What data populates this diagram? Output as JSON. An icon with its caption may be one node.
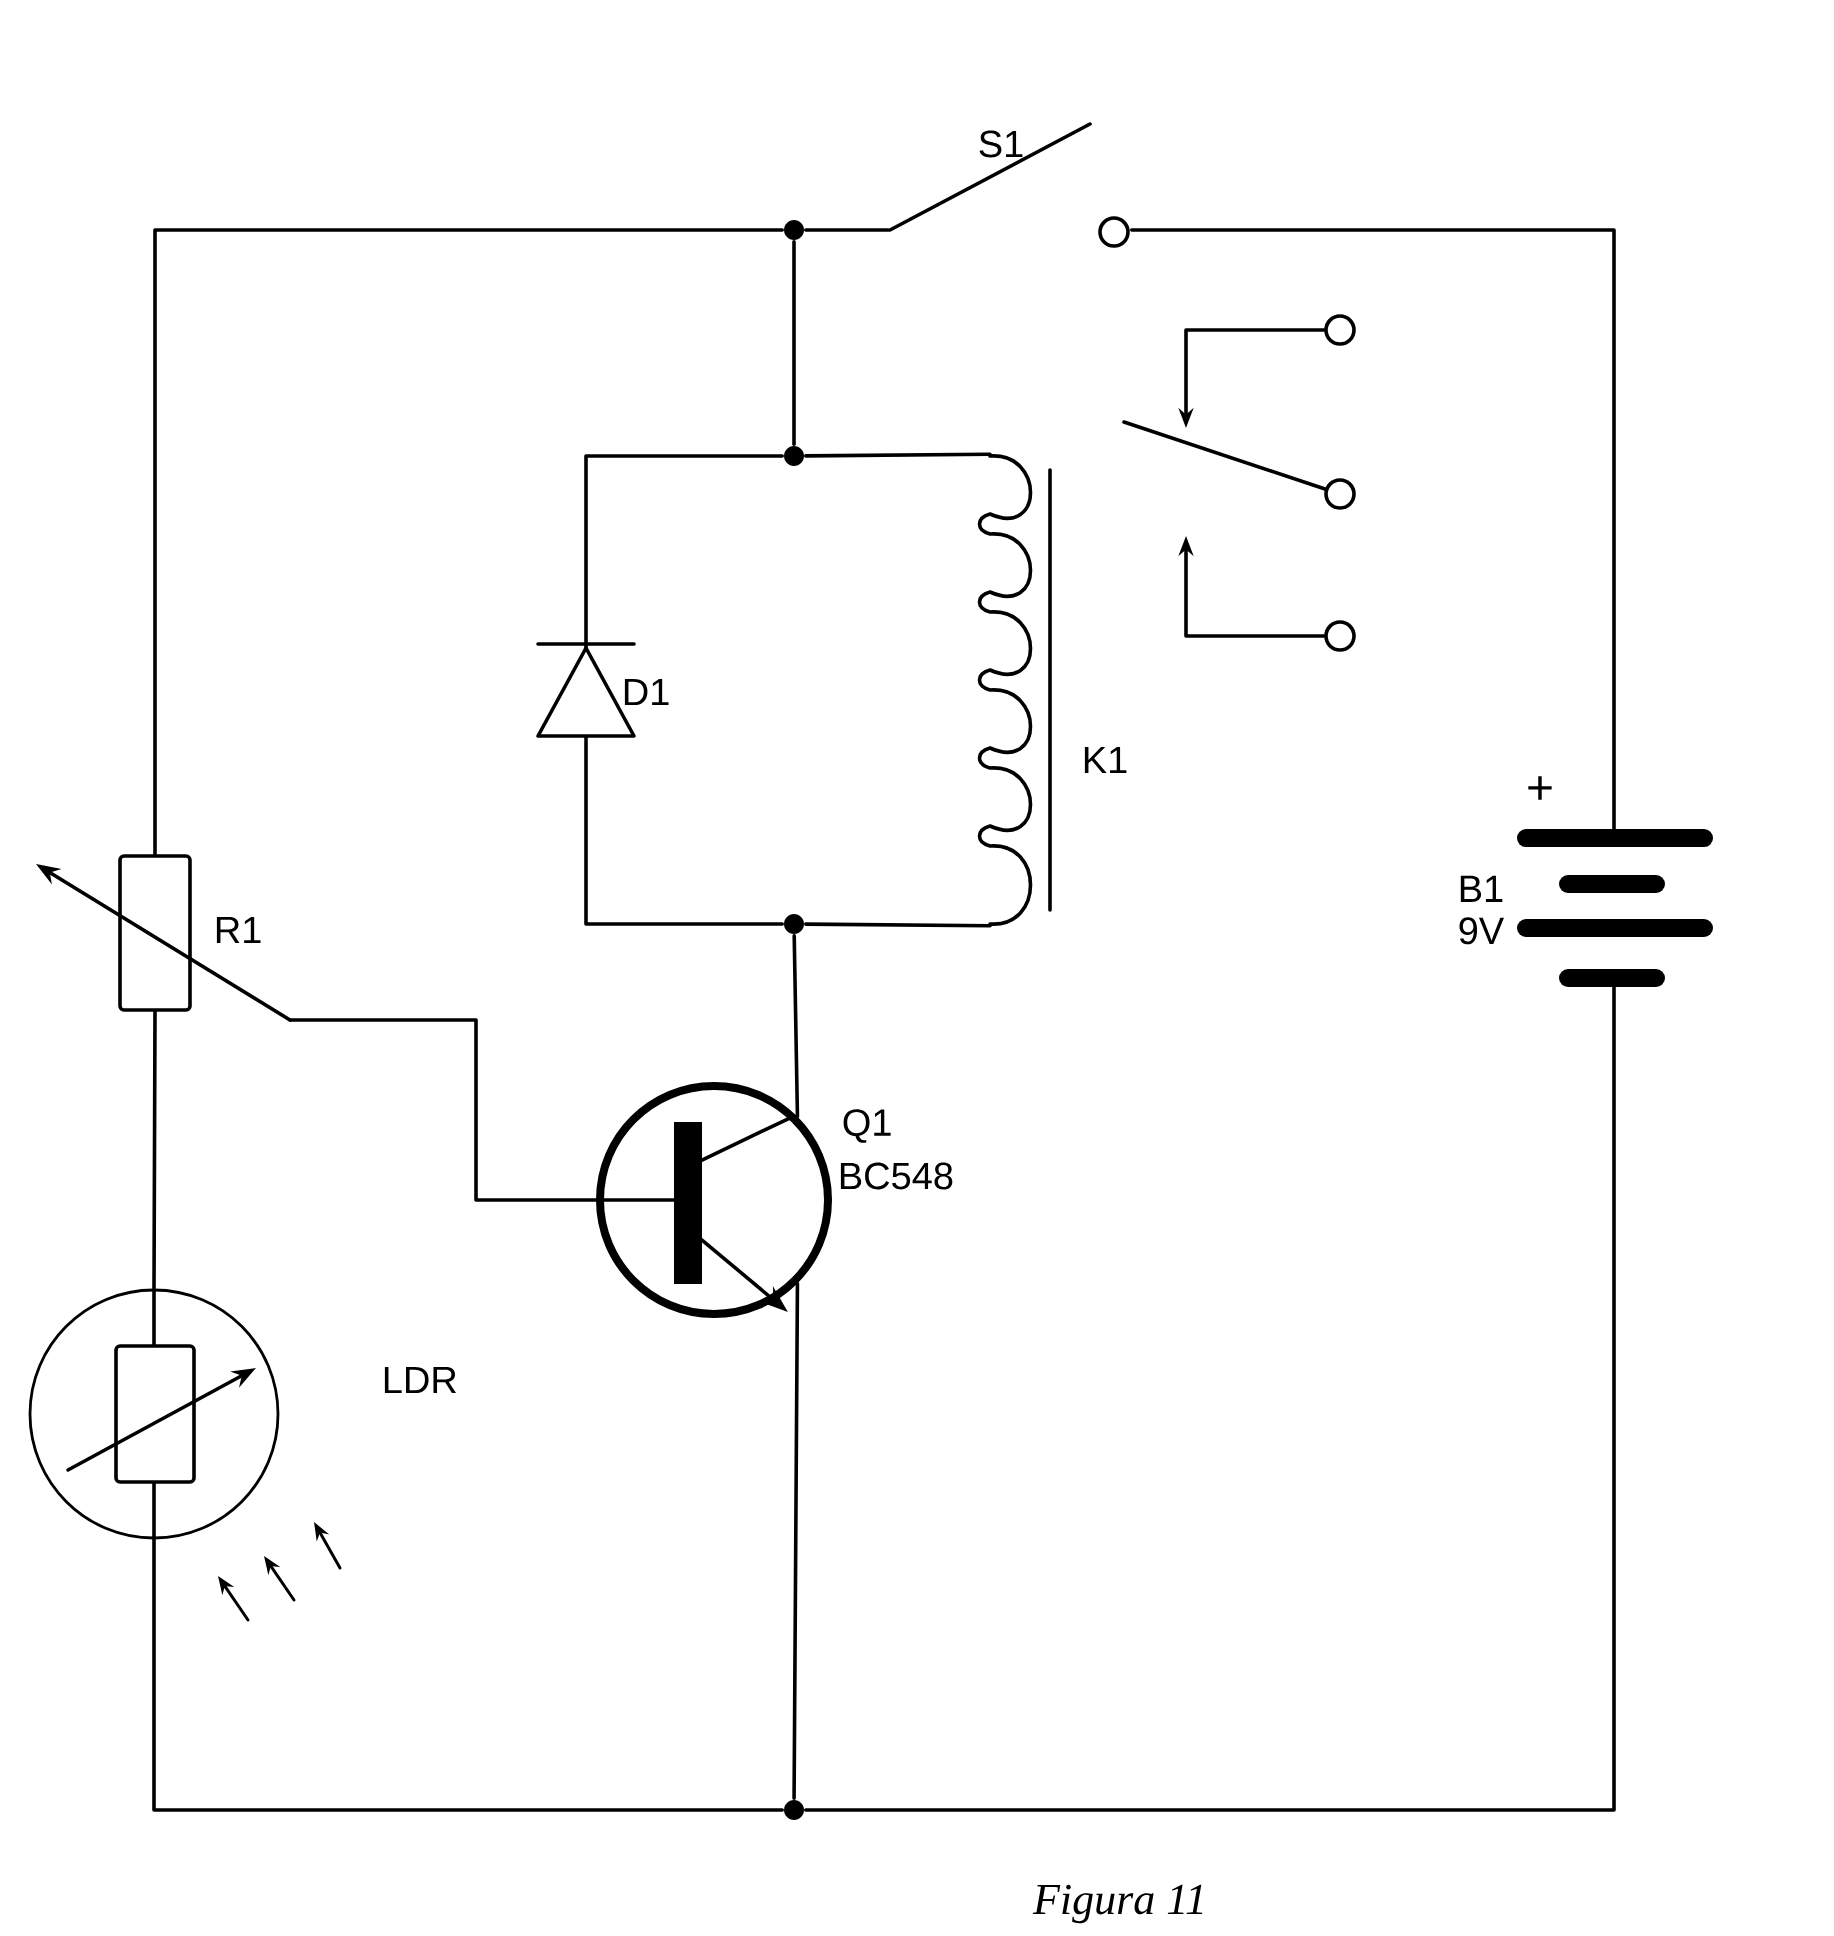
{
  "diagram": {
    "caption": "Figura 11",
    "nodes": [
      {
        "text": [
          "S1"
        ]
      },
      {
        "text": [
          "D1"
        ]
      },
      {
        "text": [
          "K1"
        ]
      },
      {
        "text": [
          "R1"
        ]
      },
      {
        "text": [
          "LDR"
        ]
      },
      {
        "text": [
          "Q1",
          "BC548"
        ]
      },
      {
        "text": [
          "B1 9V"
        ],
        "beside": [
          "+"
        ]
      },
      {
        "text": [],
        "shape": "circle"
      },
      {
        "text": [],
        "shape": "circle"
      },
      {
        "text": [],
        "shape": "circle"
      },
      {
        "text": [],
        "shape": "circle"
      },
      {
        "text": [],
        "shape": "circle"
      },
      {
        "text": [],
        "shape": "circle"
      },
      {
        "text": [],
        "shape": "circle"
      }
    ],
    "edges": [
      {
        "from": 7,
        "to": 0,
        "arrow": "none"
      },
      {
        "from": 0,
        "to": 6,
        "arrow": "none"
      },
      {
        "from": 7,
        "to": 3,
        "arrow": "none"
      },
      {
        "from": 7,
        "to": 8,
        "arrow": "none"
      },
      {
        "from": 8,
        "to": 1,
        "arrow": "none"
      },
      {
        "from": 8,
        "to": 2,
        "arrow": "none"
      },
      {
        "from": 1,
        "to": 9,
        "arrow": "none"
      },
      {
        "from": 2,
        "to": 9,
        "arrow": "none"
      },
      {
        "from": 9,
        "to": 5,
        "arrow": "none"
      },
      {
        "from": 3,
        "to": 5,
        "arrow": "none"
      },
      {
        "from": 3,
        "to": 4,
        "arrow": "none"
      },
      {
        "from": 4,
        "to": 10,
        "arrow": "none"
      },
      {
        "from": 5,
        "to": 10,
        "arrow": "none"
      },
      {
        "from": 10,
        "to": 6,
        "arrow": "none"
      },
      {
        "from": null,
        "to": 12,
        "arrow": "none"
      },
      {
        "from": 11,
        "to": null,
        "arrow": "to"
      },
      {
        "from": 13,
        "to": null,
        "arrow": "to"
      }
    ]
  }
}
